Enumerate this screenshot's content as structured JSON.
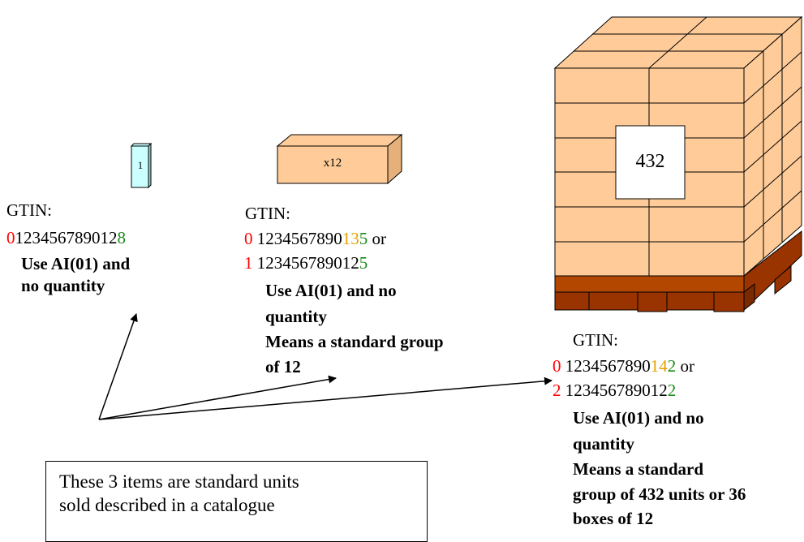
{
  "item_unit": {
    "label": "1",
    "gtin_heading": "GTIN:",
    "gtin": {
      "prefix": "0",
      "body": "123456789012",
      "check": "8"
    },
    "note_lines": [
      "Use AI(01) and",
      "no quantity"
    ]
  },
  "item_case": {
    "label": "x12",
    "gtin_heading": "GTIN:",
    "gtin_a": {
      "prefix": "0",
      "body": " 1234567890",
      "mid": "13",
      "check": "5",
      "suffix": " or"
    },
    "gtin_b": {
      "prefix": "1",
      "body": " 123456789012",
      "check": "5"
    },
    "note_lines": [
      "Use AI(01) and no",
      "quantity",
      "Means a standard group",
      "of 12"
    ]
  },
  "item_pallet": {
    "label": "432",
    "gtin_heading": "GTIN:",
    "gtin_a": {
      "prefix": "0",
      "body": " 1234567890",
      "mid": "14",
      "check": "2",
      "suffix": " or"
    },
    "gtin_b": {
      "prefix": "2",
      "body": " 123456789012",
      "check": "2"
    },
    "note_lines": [
      "Use AI(01) and no",
      "quantity",
      "Means a standard",
      "group of 432 units or 36",
      "boxes of 12"
    ]
  },
  "callout": {
    "lines": [
      "These 3 items are standard units",
      "sold described in a catalogue"
    ]
  },
  "colors": {
    "box_fill": "#ffcc99",
    "unit_fill": "#ccffff",
    "pallet_wood": "#993300",
    "prefix": "#ff0000",
    "check_digit": "#1a8a1a",
    "indicator": "#e8a000"
  }
}
